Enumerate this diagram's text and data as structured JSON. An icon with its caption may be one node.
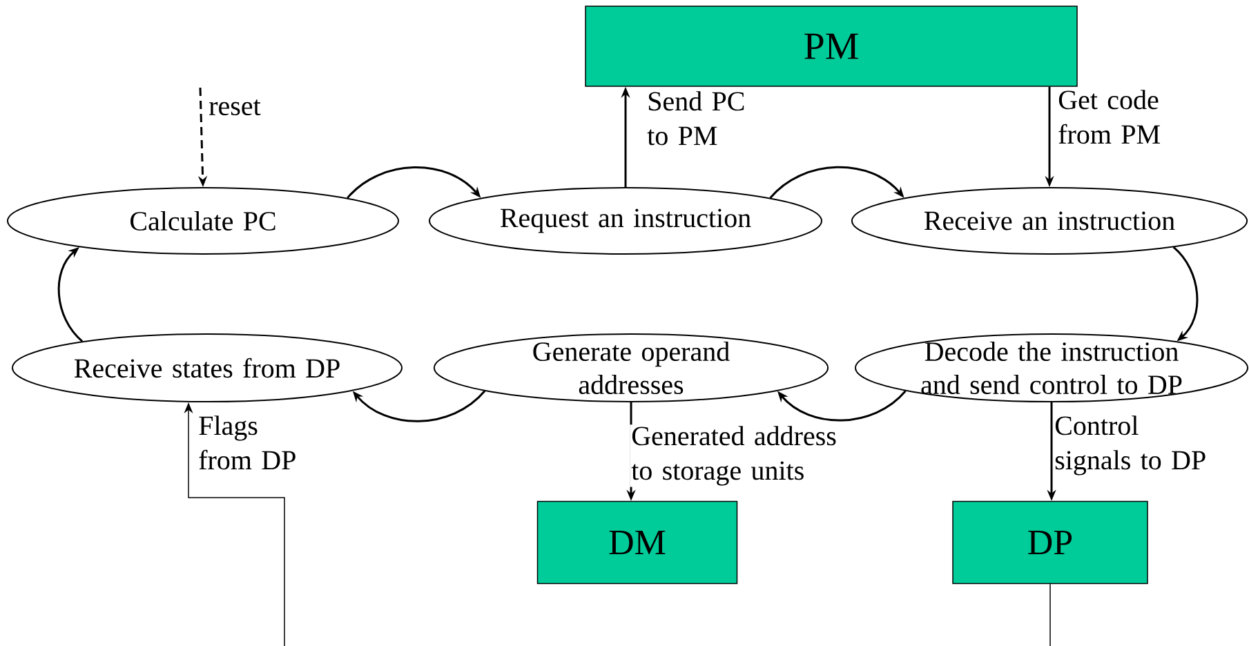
{
  "diagram": {
    "nodes": [
      {
        "text": [
          "PM"
        ]
      },
      {
        "text": [
          "Calculate PC"
        ]
      },
      {
        "text": [
          "Request an instruction"
        ]
      },
      {
        "text": [
          "Receive an instruction"
        ]
      },
      {
        "text": [
          "Receive states from DP"
        ]
      },
      {
        "text": [
          "Generate operand addresses"
        ]
      },
      {
        "text": [
          "Decode the instruction and send control to DP"
        ]
      },
      {
        "text": [
          "DM"
        ]
      },
      {
        "text": [
          "DP"
        ]
      }
    ],
    "edges": [
      {
        "from": 1,
        "to": 2,
        "arrow": "to"
      },
      {
        "from": 2,
        "to": 3,
        "arrow": "to"
      },
      {
        "from": 3,
        "to": 6,
        "arrow": "to"
      },
      {
        "from": 6,
        "to": 5,
        "arrow": "to"
      },
      {
        "from": 5,
        "to": 4,
        "arrow": "to"
      },
      {
        "from": 4,
        "to": 1,
        "arrow": "to"
      },
      {
        "from": null,
        "to": 1,
        "arrow": "to",
        "label": "reset",
        "style": "dashed"
      },
      {
        "from": 2,
        "to": 0,
        "arrow": "to",
        "label": "Send PC to PM"
      },
      {
        "from": 0,
        "to": 3,
        "arrow": "to",
        "label": "Get code from PM"
      },
      {
        "from": 5,
        "to": 7,
        "arrow": "to",
        "label": "Generated address to storage units"
      },
      {
        "from": 6,
        "to": 8,
        "arrow": "to",
        "label": "Control signals to DP"
      },
      {
        "from": 8,
        "to": 4,
        "arrow": "to",
        "label": "Flags from DP"
      }
    ]
  }
}
